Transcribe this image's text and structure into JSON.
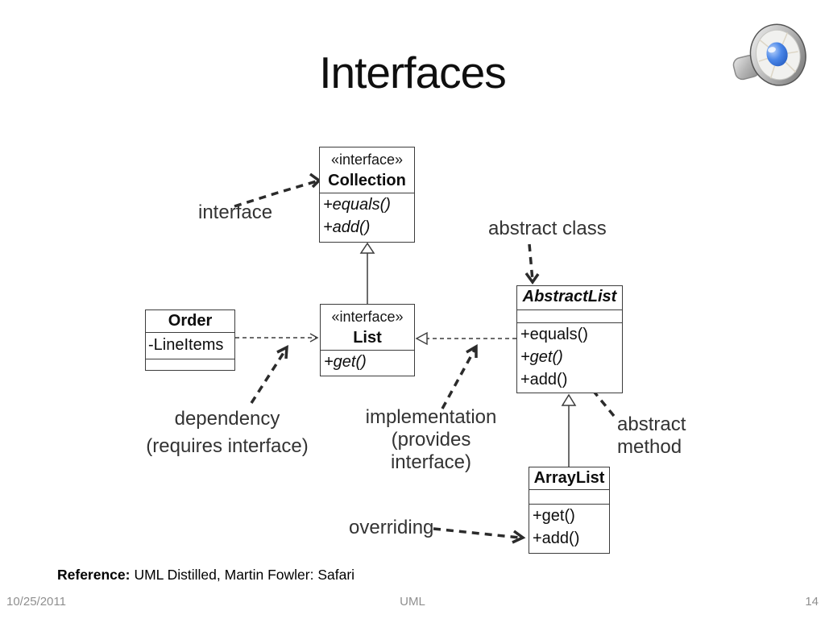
{
  "slide": {
    "title": "Interfaces",
    "reference": {
      "label": "Reference:",
      "text": "UML Distilled, Martin Fowler: Safari"
    },
    "footer": {
      "date": "10/25/2011",
      "section": "UML",
      "page_number": "14"
    }
  },
  "diagram": {
    "classes": {
      "collection": {
        "stereotype": "«interface»",
        "name": "Collection",
        "methods": [
          "+equals()",
          "+add()"
        ]
      },
      "list": {
        "stereotype": "«interface»",
        "name": "List",
        "methods": [
          "+get()"
        ]
      },
      "order": {
        "name": "Order",
        "attributes": [
          "-LineItems"
        ]
      },
      "abstractlist": {
        "name": "AbstractList",
        "methods": [
          "+equals()",
          "+get()",
          "+add()"
        ]
      },
      "arraylist": {
        "name": "ArrayList",
        "methods": [
          "+get()",
          "+add()"
        ]
      }
    },
    "labels": {
      "interface": "interface",
      "abstract_class": "abstract class",
      "dependency_line1": "dependency",
      "dependency_line2": "(requires interface)",
      "implementation_line1": "implementation",
      "implementation_line2": "(provides",
      "implementation_line3": "interface)",
      "abstract_method_line1": "abstract",
      "abstract_method_line2": "method",
      "overriding": "overriding"
    }
  },
  "icons": {
    "speaker": "speaker-icon"
  }
}
